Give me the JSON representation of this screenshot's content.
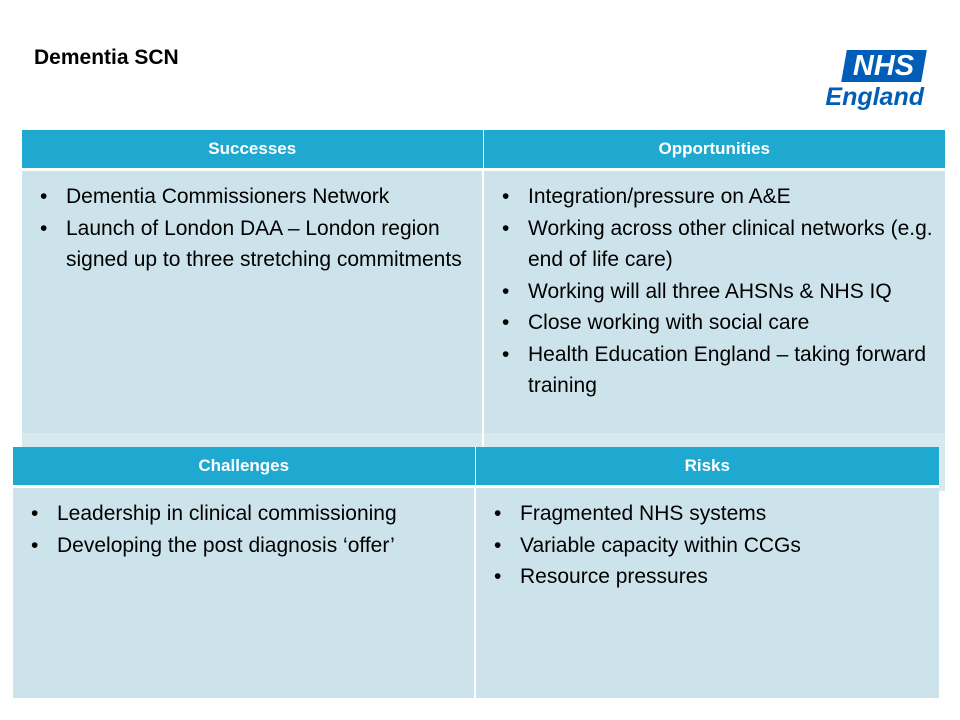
{
  "slide": {
    "title": "Dementia SCN",
    "logo_box_text": "NHS",
    "logo_region_text": "England"
  },
  "top_table": {
    "headers": [
      "Successes",
      "Opportunities"
    ],
    "successes": [
      "Dementia Commissioners Network",
      "Launch of London DAA – London region signed up to three stretching commitments"
    ],
    "opportunities": [
      "Integration/pressure on A&E",
      "Working across other clinical networks (e.g. end of life care)",
      "Working will all three AHSNs & NHS IQ",
      "Close working with social care",
      "Health Education England – taking forward training"
    ]
  },
  "bottom_table": {
    "headers": [
      "Challenges",
      "Risks"
    ],
    "challenges": [
      "Leadership in clinical commissioning",
      "Developing the post diagnosis ‘offer’"
    ],
    "risks": [
      "Fragmented NHS systems",
      "Variable capacity within CCGs",
      "Resource pressures"
    ]
  },
  "colors": {
    "header_bg": "#1FA9D1",
    "cell_bg": "#CDE3EC",
    "nhs_blue": "#005EB8"
  }
}
